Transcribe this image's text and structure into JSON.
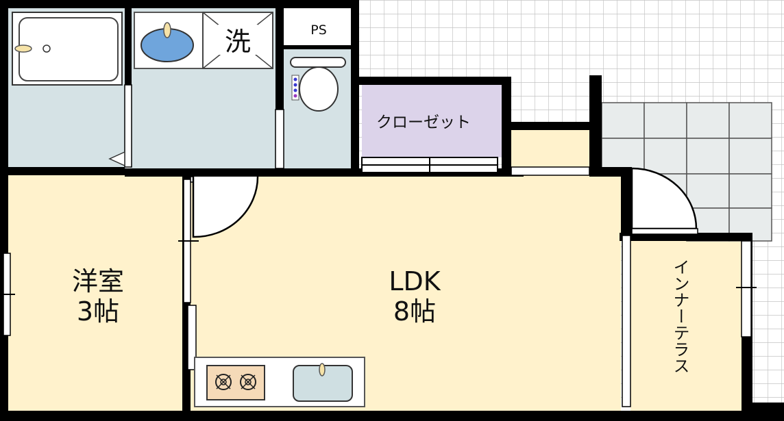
{
  "floorplan": {
    "rooms": {
      "western_room": {
        "name": "洋室",
        "size": "3帖"
      },
      "ldk": {
        "name": "LDK",
        "size": "8帖"
      },
      "closet": {
        "name": "クローゼット"
      },
      "inner_terrace": {
        "name": "インナーテラス"
      },
      "pipe_space": {
        "name": "PS"
      },
      "laundry": {
        "name": "洗"
      }
    },
    "colors": {
      "room_fill": "#fff2cc",
      "wet_area_fill": "#d5e2e5",
      "closet_fill": "#dcd3ea",
      "wall": "#000000",
      "grid_line": "#bfbfbf",
      "balcony_tile": "#e8ecec",
      "basin_water": "#6fa5dc",
      "stove_panel": "#f5dab8"
    },
    "icons": [
      "bathtub-icon",
      "washbasin-icon",
      "toilet-icon",
      "kitchen-stove-icon",
      "kitchen-sink-icon",
      "door-swing-icon"
    ]
  }
}
